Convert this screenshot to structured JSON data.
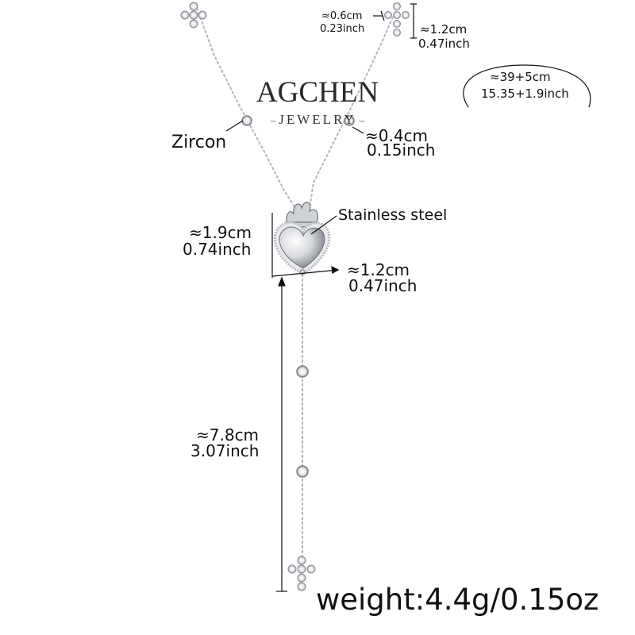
{
  "brand": {
    "name": "AGCHEN",
    "sub": "JEWELRY"
  },
  "labels": {
    "zircon": "Zircon",
    "material": "Stainless steel",
    "cross_w_cm": "≈0.6cm",
    "cross_w_in": "0.23inch",
    "cross_h_cm": "≈1.2cm",
    "cross_h_in": "0.47inch",
    "chain_len_cm": "≈39+5cm",
    "chain_len_in": "15.35+1.9inch",
    "zircon_cm": "≈0.4cm",
    "zircon_in": "0.15inch",
    "heart_h_cm": "≈1.9cm",
    "heart_h_in": "0.74inch",
    "heart_w_cm": "≈1.2cm",
    "heart_w_in": "0.47inch",
    "drop_cm": "≈7.8cm",
    "drop_in": "3.07inch"
  },
  "weight": "weight:4.4g/0.15oz",
  "colors": {
    "metal": "#c9ccd1",
    "metal_dark": "#8d9097",
    "ink": "#111111"
  }
}
